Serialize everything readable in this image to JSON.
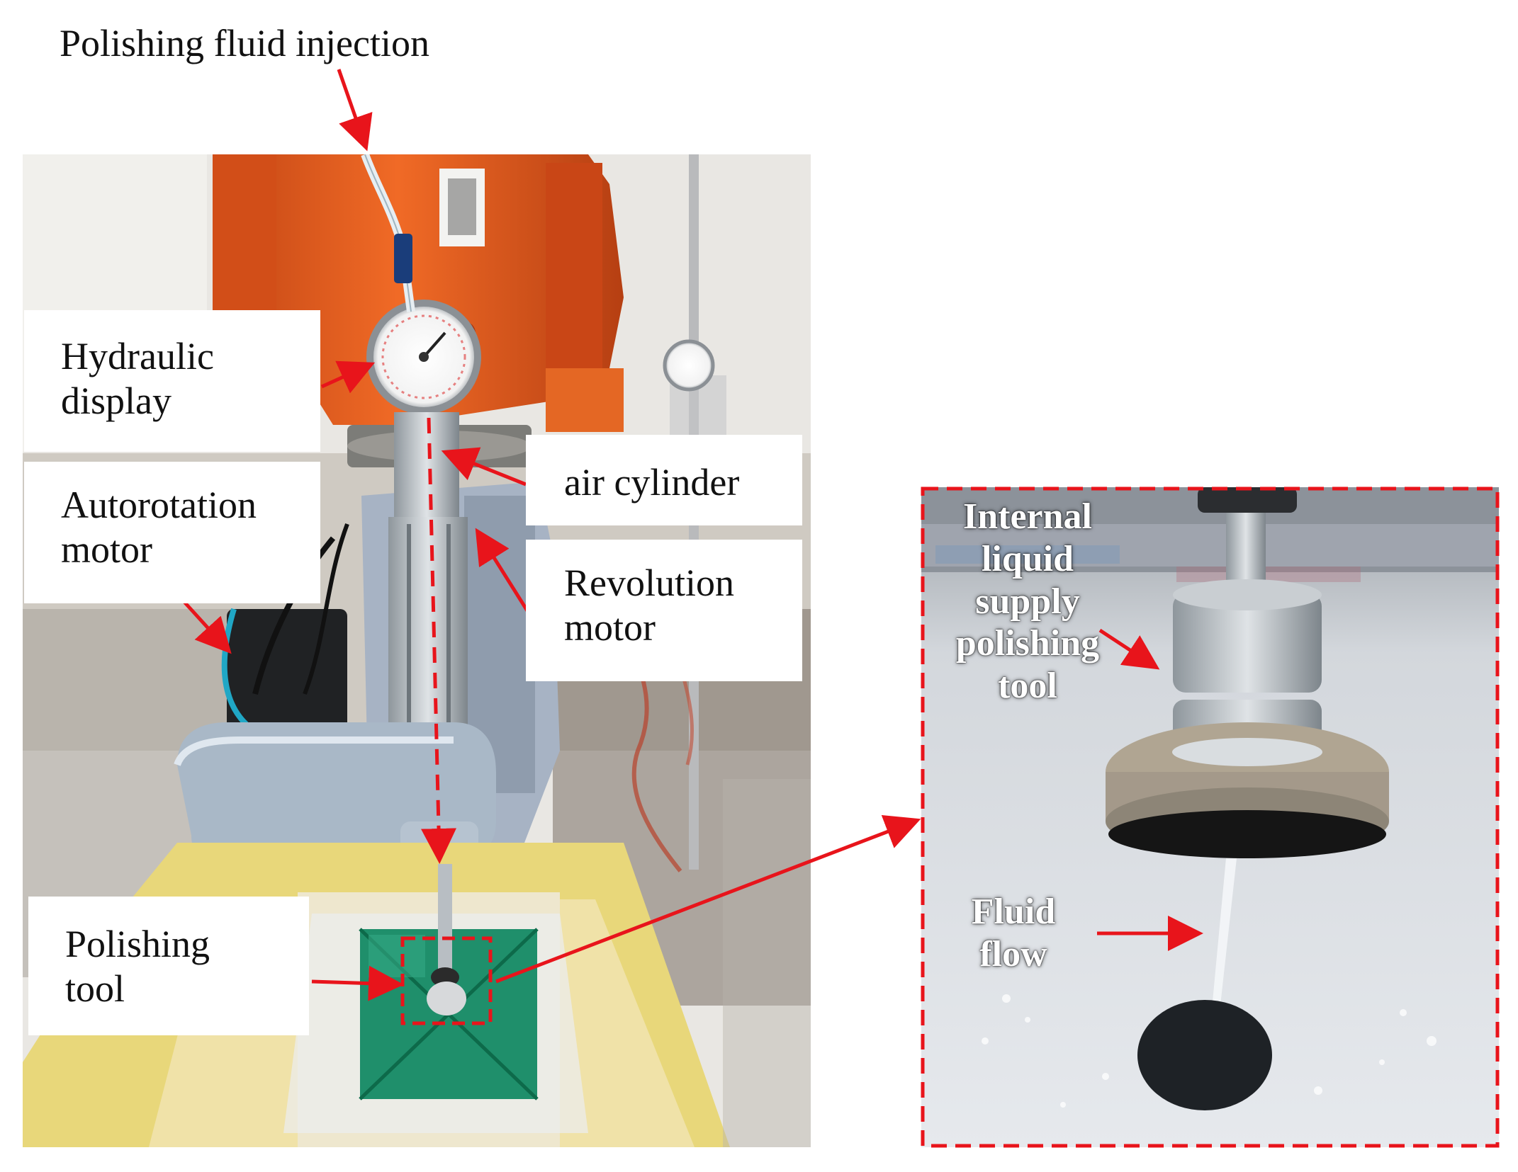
{
  "labels": {
    "injection": "Polishing fluid injection",
    "hydraulic_line1": "Hydraulic",
    "hydraulic_line2": "display",
    "autorotation_line1": "Autorotation",
    "autorotation_line2": "motor",
    "air_cylinder": "air cylinder",
    "revolution_line1": "Revolution",
    "revolution_line2": "motor",
    "tool_line1": "Polishing",
    "tool_line2": "tool"
  },
  "detail": {
    "tool_lines": [
      "Internal",
      "liquid",
      "supply",
      "polishing",
      "tool"
    ],
    "flow_lines": [
      "Fluid",
      "flow"
    ]
  },
  "colors": {
    "annotation": "#e8141b",
    "robot_orange": "#e85a1c",
    "background_wall": "#e9e7e3",
    "yellow_tray": "#e8d77a",
    "green_workpiece": "#1f8f6b",
    "metal": "#b8bec3",
    "liquid": "#d9dde2"
  }
}
